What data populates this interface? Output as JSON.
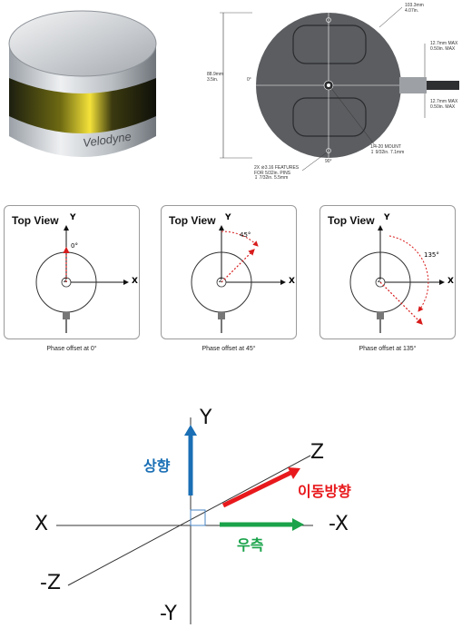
{
  "sensor_photo": {
    "brand": "Velodyne"
  },
  "drawing": {
    "dim_diameter": "103.3mm\n4.07in.",
    "dim_height": "88.9mm\n3.5in.",
    "dim_top_right": "12.7mm MAX\n0.50in. MAX",
    "dim_bottom_right": "12.7mm MAX\n0.50in. MAX",
    "angle_0": "0°",
    "angle_90": "90°",
    "features_note": "2X ⊘3.16 FEATURES\nFOR 5/32in. PINS\n↧ 7/32in. 5.5mm",
    "mount_note": "1/4-20 MOUNT\n↧ 9/32in. 7.1mm"
  },
  "panels": [
    {
      "title": "Top View",
      "y_label": "Y",
      "x_label": "X",
      "z_label": "Z",
      "angle": "0°",
      "caption": "Phase offset at 0°"
    },
    {
      "title": "Top View",
      "y_label": "Y",
      "x_label": "X",
      "z_label": "Z",
      "angle": "45°",
      "caption": "Phase offset at 45°"
    },
    {
      "title": "Top View",
      "y_label": "Y",
      "x_label": "X",
      "z_label": "Z",
      "angle": "135°",
      "caption": "Phase offset at 135°"
    }
  ],
  "axes3d": {
    "y_pos": "Y",
    "y_neg": "-Y",
    "x_left": "X",
    "x_right": "-X",
    "z_pos": "Z",
    "z_neg": "-Z",
    "up_label": "상향",
    "forward_label": "이동방향",
    "right_label": "우측",
    "colors": {
      "up": "#1a6fb5",
      "forward": "#e8191c",
      "right": "#1aa34a"
    }
  }
}
